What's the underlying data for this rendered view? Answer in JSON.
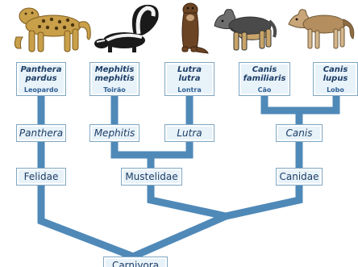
{
  "colors": {
    "branch": "#4f89b8",
    "box_border": "#7fa7c4",
    "box_fill": "#e8f2f9",
    "text": "#1c3d66"
  },
  "species": [
    {
      "scientific": [
        "Panthera",
        "pardus"
      ],
      "common": "Leopardo",
      "image": "leopard"
    },
    {
      "scientific": [
        "Mephitis",
        "mephitis"
      ],
      "common": "Toirão",
      "image": "skunk"
    },
    {
      "scientific": [
        "Lutra",
        "lutra"
      ],
      "common": "Lontra",
      "image": "otter"
    },
    {
      "scientific": [
        "Canis",
        "familiaris"
      ],
      "common": "Cão",
      "image": "dog"
    },
    {
      "scientific": [
        "Canis",
        "lupus"
      ],
      "common": "Lobo",
      "image": "wolf"
    }
  ],
  "genera": [
    "Panthera",
    "Mephitis",
    "Lutra",
    "Canis"
  ],
  "families": [
    "Felidae",
    "Mustelidae",
    "Canidae"
  ],
  "order": "Carnivora"
}
